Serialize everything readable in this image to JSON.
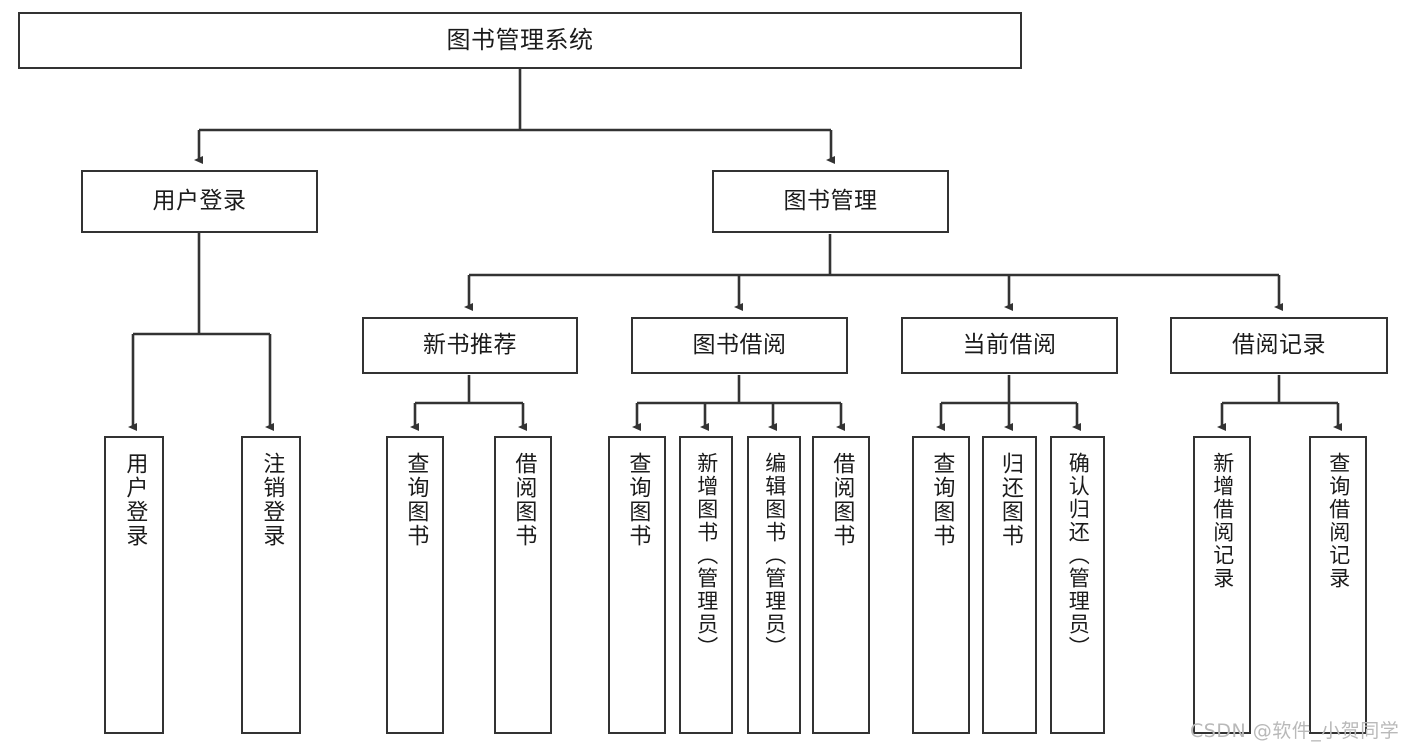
{
  "diagram": {
    "title": "图书管理系统",
    "type": "tree-hierarchy-chart",
    "stroke_color": "#333333",
    "background_color": "#ffffff",
    "nodes": {
      "root": {
        "label": "图书管理系统"
      },
      "level2": [
        {
          "id": "user-login",
          "label": "用户登录"
        },
        {
          "id": "book-management",
          "label": "图书管理"
        }
      ],
      "level3": [
        {
          "id": "new-book-recommend",
          "label": "新书推荐"
        },
        {
          "id": "book-borrow",
          "label": "图书借阅"
        },
        {
          "id": "current-borrow",
          "label": "当前借阅"
        },
        {
          "id": "borrow-record",
          "label": "借阅记录"
        }
      ],
      "leaves": {
        "user-login": [
          {
            "id": "leaf-user-login",
            "label": "用户登录"
          },
          {
            "id": "leaf-user-logout",
            "label": "注销登录"
          }
        ],
        "new-book-recommend": [
          {
            "id": "leaf-query-book-1",
            "label": "查询图书"
          },
          {
            "id": "leaf-borrow-book-1",
            "label": "借阅图书"
          }
        ],
        "book-borrow": [
          {
            "id": "leaf-query-book-2",
            "label": "查询图书"
          },
          {
            "id": "leaf-add-book",
            "label": "新增图书（管理员）"
          },
          {
            "id": "leaf-edit-book",
            "label": "编辑图书（管理员）"
          },
          {
            "id": "leaf-borrow-book-2",
            "label": "借阅图书"
          }
        ],
        "current-borrow": [
          {
            "id": "leaf-query-book-3",
            "label": "查询图书"
          },
          {
            "id": "leaf-return-book",
            "label": "归还图书"
          },
          {
            "id": "leaf-confirm-return",
            "label": "确认归还（管理员）"
          }
        ],
        "borrow-record": [
          {
            "id": "leaf-add-record",
            "label": "新增借阅记录"
          },
          {
            "id": "leaf-query-record",
            "label": "查询借阅记录"
          }
        ]
      }
    }
  },
  "watermark": {
    "text": "CSDN @软件_小贺同学"
  }
}
